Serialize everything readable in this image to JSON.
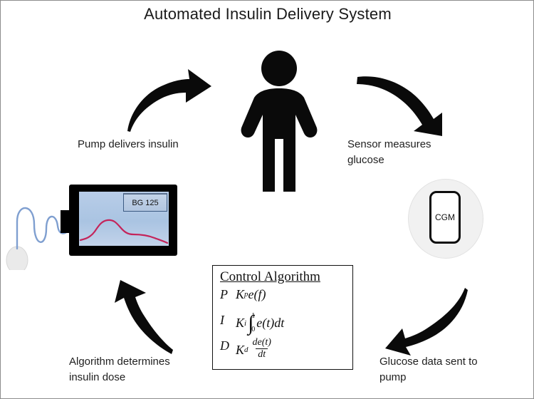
{
  "title": "Automated Insulin Delivery System",
  "captions": {
    "pump_delivers": "Pump delivers insulin",
    "sensor_measures": "Sensor measures\nglucose",
    "algorithm_determines": "Algorithm determines\ninsulin dose",
    "glucose_data": "Glucose data sent to\npump"
  },
  "pump": {
    "bg_readout": "BG 125",
    "screen_color": "#b2c6e0",
    "body_color": "#000000",
    "trace_color": "#c4245a",
    "tubing_color": "#7f9fd0"
  },
  "cgm": {
    "label": "CGM",
    "oval_color": "#f1f1f1",
    "box_border_color": "#0d0d0d"
  },
  "algorithm": {
    "heading": "Control Algorithm",
    "rows": [
      {
        "term": "P",
        "gain": "K",
        "gain_sub": "p",
        "expression": "e(f)"
      },
      {
        "term": "I",
        "gain": "K",
        "gain_sub": "i",
        "integral_upper": "1",
        "integral_lower": "0",
        "expression": "e(t)dt"
      },
      {
        "term": "D",
        "gain": "K",
        "gain_sup": "d",
        "fraction_numerator": "de(t)",
        "fraction_denominator": "dt"
      }
    ]
  },
  "icons": {
    "person": "person-figure-icon",
    "arrow_top_left": "curved-arrow-up-right-icon",
    "arrow_top_right": "curved-arrow-down-right-icon",
    "arrow_bottom_right": "curved-arrow-down-left-icon",
    "arrow_bottom_left": "curved-arrow-up-left-icon"
  },
  "colors": {
    "border": "#8c8c8c",
    "text": "#1f1f1f",
    "background": "#ffffff"
  }
}
